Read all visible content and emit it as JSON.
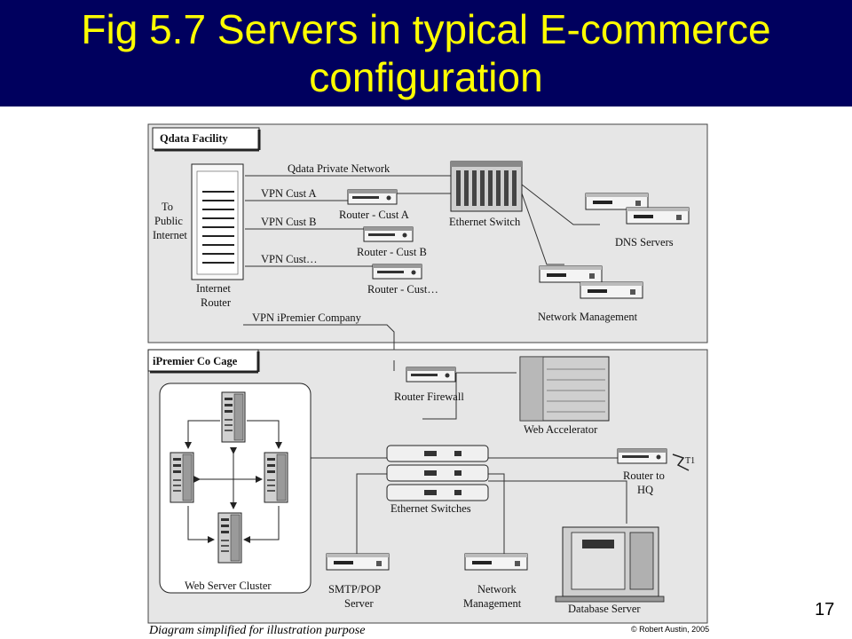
{
  "slide": {
    "title_line1": "Fig 5.7 Servers in typical E-commerce",
    "title_line2": "configuration",
    "page_number": "17",
    "footer_note": "Diagram simplified for illustration purpose",
    "copyright": "© Robert Austin, 2005"
  },
  "colors": {
    "title_bar": "#00005e",
    "title_text": "#ffff00",
    "panel_fill": "#e6e6e6",
    "line": "#333333"
  },
  "diagram": {
    "qdata": {
      "section_label": "Qdata Facility",
      "private_network": "Qdata Private Network",
      "vpn_a": "VPN Cust A",
      "vpn_b": "VPN Cust B",
      "vpn_c": "VPN Cust…",
      "to_public_1": "To",
      "to_public_2": "Public",
      "to_public_3": "Internet",
      "internet_router_1": "Internet",
      "internet_router_2": "Router",
      "router_a": "Router - Cust A",
      "router_b": "Router - Cust B",
      "router_c": "Router - Cust…",
      "ethernet_switch": "Ethernet Switch",
      "dns_servers": "DNS Servers",
      "network_management": "Network Management",
      "vpn_ipremier": "VPN iPremier Company"
    },
    "ipremier": {
      "section_label": "iPremier Co Cage",
      "router_firewall": "Router  Firewall",
      "web_accelerator": "Web Accelerator",
      "web_server_cluster": "Web Server Cluster",
      "ethernet_switches": "Ethernet Switches",
      "router_hq_1": "Router to",
      "router_hq_2": "HQ",
      "t1": "T1",
      "smtp_1": "SMTP/POP",
      "smtp_2": "Server",
      "netmgmt_1": "Network",
      "netmgmt_2": "Management",
      "database_server": "Database Server"
    }
  }
}
